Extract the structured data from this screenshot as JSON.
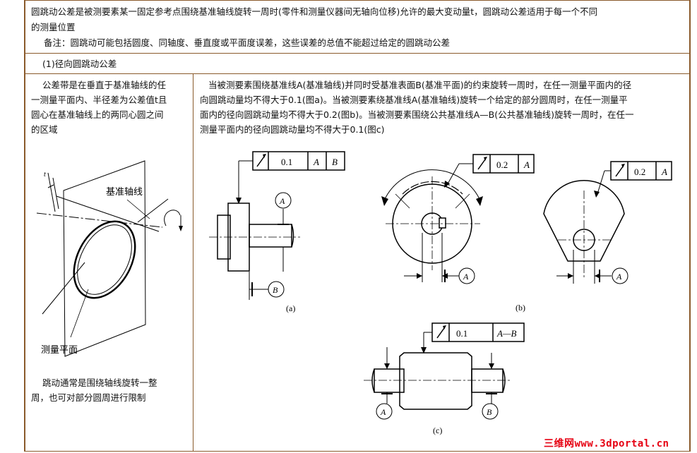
{
  "intro": {
    "line1": "圆跳动公差是被测要素某一固定参考点围绕基准轴线旋转一周时(零件和测量仪器间无轴向位移)允许的最大变动量t，圆跳动公差适用于每一个不同",
    "line2": "的测量位置",
    "note": "备注：圆跳动可能包括圆度、同轴度、垂直度或平面度误差，这些误差的总值不能超过给定的圆跳动公差"
  },
  "section_title": "(1)径向圆跳动公差",
  "left": {
    "def_lines": [
      "公差带是在垂直于基准轴线的任",
      "一测量平面内、半径差为公差值t且",
      "圆心在基准轴线上的两同心圆之间",
      "的区域"
    ],
    "label_axis": "基准轴线",
    "label_plane": "测量平面",
    "label_t": "t",
    "note_lines": [
      "跳动通常是围绕轴线旋转一整",
      "周，也可对部分圆周进行限制"
    ]
  },
  "right": {
    "desc_lines": [
      "当被测要素围绕基准线A(基准轴线)并同时受基准表面B(基准平面)的约束旋转一周时，在任一测量平面内的径",
      "向圆跳动量均不得大于0.1(图a)。当被测要素绕基准线A(基准轴线)旋转一个给定的部分圆周时，在任一测量平",
      "面内的径向圆跳动量均不得大于0.2(图b)。当被测要素围绕公共基准线A—B(公共基准轴线)旋转一周时，在任一",
      "测量平面内的径向圆跳动量均不得大于0.1(图c)"
    ]
  },
  "figures": {
    "a": {
      "caption": "(a)",
      "tolerance": "0.1",
      "datum1": "A",
      "datum2": "B",
      "label_A": "A",
      "label_B": "B"
    },
    "b": {
      "caption": "(b)",
      "tolerance": "0.2",
      "datum1": "A",
      "label_A": "A"
    },
    "b2": {
      "tolerance": "0.2",
      "datum1": "A",
      "label_A": "A"
    },
    "c": {
      "caption": "(c)",
      "tolerance": "0.1",
      "datum1": "A—B",
      "label_A": "A",
      "label_B": "B"
    }
  },
  "watermark": "三维网www.3dportal.cn",
  "colors": {
    "border": "#8a5a2b",
    "watermark": "#e60012"
  }
}
